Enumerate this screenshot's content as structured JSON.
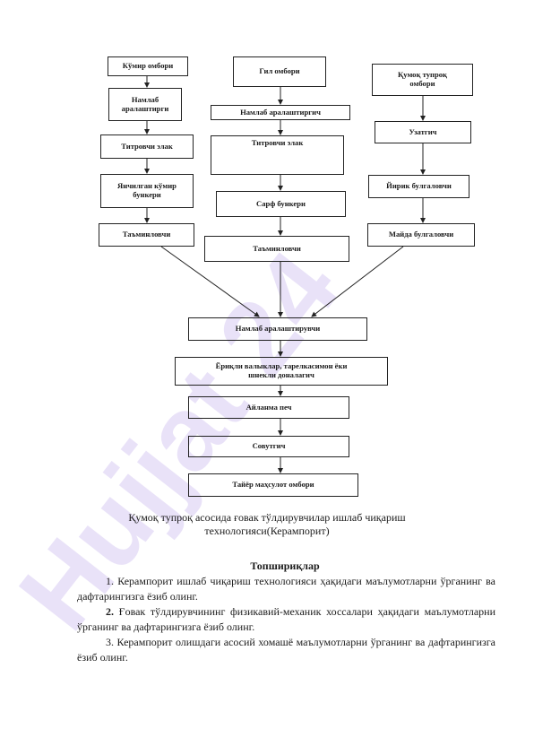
{
  "diagram": {
    "col_left": {
      "storage": "Кўмир омбори",
      "mixer": "Намлаб\nаралаштирги",
      "screen": "Титровчи элак",
      "bunker": "Янчилган кўмир\nбункери",
      "feeder": "Таъминловчи"
    },
    "col_middle": {
      "storage": "Гил омбори",
      "mixer": "Намлаб аралаштиргич",
      "screen": "Титровчи элак",
      "bunker": "Сарф  бункери",
      "feeder": "Таъминловчи"
    },
    "col_right": {
      "storage": "Қумоқ тупроқ\nомбори",
      "conveyor": "Узатгич",
      "coarse": "Йирик булгаловчи",
      "fine": "Майда булгаловчи"
    },
    "main": {
      "mixer": "Намлаб аралаштирувчи",
      "former": "Ёриқли валыклар, тарелкасимон ёки\nшнекли доналагич",
      "kiln": "Айланма печ",
      "cooler": "Совутгич",
      "product": "Тайёр маҳсулот омбори"
    }
  },
  "caption": "Қумоқ тупроқ асосида ғовак тўлдирувчилар ишлаб чиқариш технологияси(Керампорит)",
  "tasks": {
    "title": "Топшириқлар",
    "items": [
      {
        "num": "1.",
        "text": "Керампорит ишлаб чиқариш технологияси ҳақидаги маълумотларни ўрганинг ва дафтарингизга ёзиб олинг."
      },
      {
        "num": "2.",
        "text": "Ғовак тўлдирувчининг физикавий-механик хоссалари ҳақидаги маълумотларни ўрганинг ва дафтарингизга ёзиб олинг."
      },
      {
        "num": "3.",
        "text": "Керампорит олишдаги асосий хомашё  маълумотларни ўрганинг ва дафтарингизга ёзиб олинг."
      }
    ]
  },
  "watermark": {
    "text": "Hujjat 24",
    "color": "#e6def7"
  }
}
